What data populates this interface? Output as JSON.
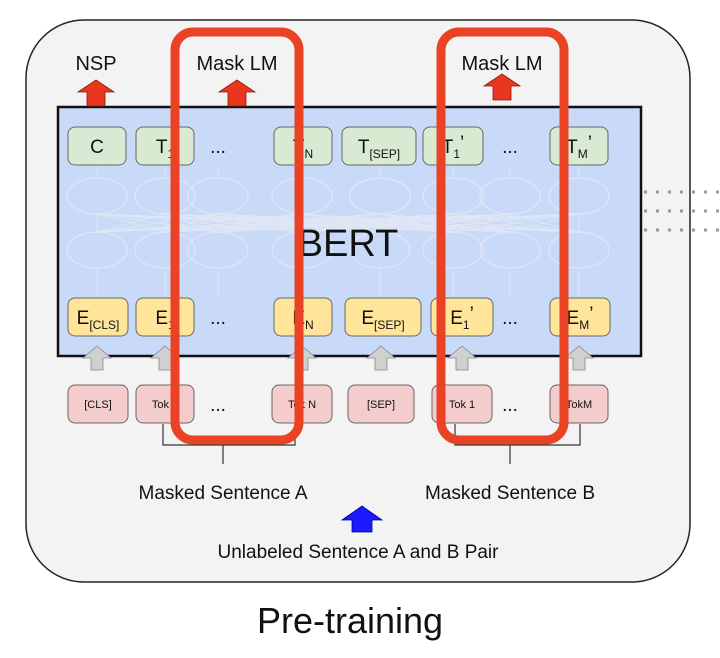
{
  "top_labels": {
    "nsp": "NSP",
    "mask_a": "Mask LM",
    "mask_b": "Mask LM"
  },
  "model_label": "BERT",
  "output_tokens": [
    {
      "main": "C",
      "sub": ""
    },
    {
      "main": "T",
      "sub": "1"
    },
    {
      "main": "...",
      "sub": ""
    },
    {
      "main": "T",
      "sub": "N"
    },
    {
      "main": "T",
      "sub": "[SEP]"
    },
    {
      "main": "T",
      "sub": "1",
      "prime": "’"
    },
    {
      "main": "...",
      "sub": ""
    },
    {
      "main": "T",
      "sub": "M",
      "prime": "’"
    }
  ],
  "embeddings": [
    {
      "main": "E",
      "sub": "[CLS]"
    },
    {
      "main": "E",
      "sub": "1"
    },
    {
      "main": "...",
      "sub": ""
    },
    {
      "main": "E",
      "sub": "N"
    },
    {
      "main": "E",
      "sub": "[SEP]"
    },
    {
      "main": "E",
      "sub": "1",
      "prime": "’"
    },
    {
      "main": "...",
      "sub": ""
    },
    {
      "main": "E",
      "sub": "M",
      "prime": "’"
    }
  ],
  "input_tokens": [
    "[CLS]",
    "Tok 1",
    "...",
    "Tok N",
    "[SEP]",
    "Tok 1",
    "...",
    "TokM"
  ],
  "sentence_labels": {
    "a": "Masked Sentence A",
    "b": "Masked Sentence B"
  },
  "bottom_label": "Unlabeled Sentence A and B Pair",
  "caption": "Pre-training",
  "colors": {
    "panel_bg": "#f3f3f3",
    "bert_bg": "#c9daf8",
    "output_box": "#d9ead3",
    "embed_box": "#ffe599",
    "input_box": "#f4cccc",
    "red_arrow": "#e8361f",
    "blue_arrow": "#1a1aff",
    "highlight": "#ea4224"
  }
}
